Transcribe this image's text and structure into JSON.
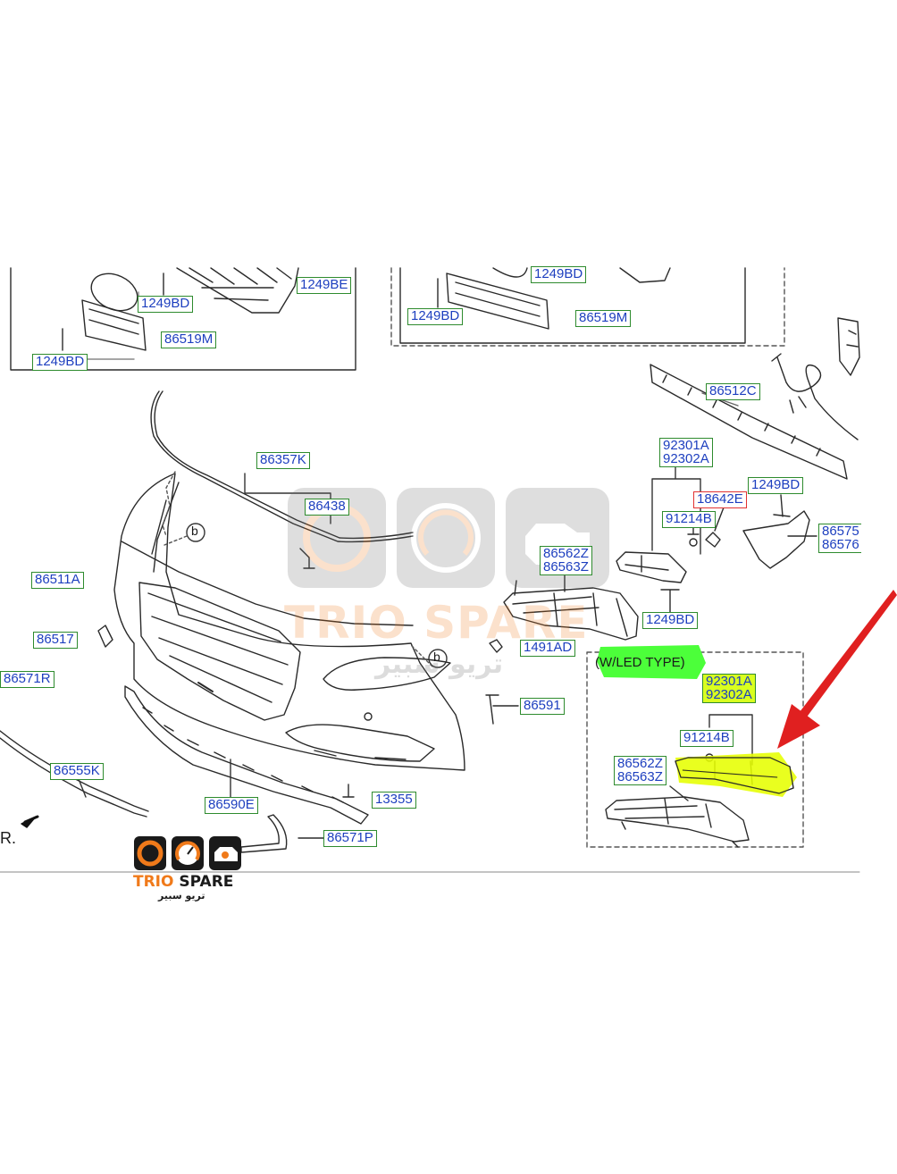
{
  "diagram": {
    "inset_left": {
      "labels": [
        "1249BE",
        "1249BD",
        "86519M",
        "1249BD"
      ]
    },
    "inset_right": {
      "labels": [
        "1249BD",
        "1249BD",
        "86519M"
      ]
    },
    "labels": {
      "p86512C": "86512C",
      "p92301A": "92301A",
      "p92302A": "92302A",
      "p18642E": "18642E",
      "p1249BD_r": "1249BD",
      "p91214B": "91214B",
      "p86575": "86575",
      "p86576": "86576",
      "p86357K": "86357K",
      "p86438": "86438",
      "p86562Z": "86562Z",
      "p86563Z": "86563Z",
      "p1249BD_c": "1249BD",
      "p86511A": "86511A",
      "p86517": "86517",
      "p1491AD": "1491AD",
      "p86571R": "86571R",
      "p86591": "86591",
      "p86555K": "86555K",
      "p86590E": "86590E",
      "p13355": "13355",
      "p86571P": "86571P"
    },
    "callouts": {
      "b1": "b",
      "b2": "b"
    },
    "led_box": {
      "title": "(W/LED TYPE)",
      "p92301A": "92301A",
      "p92302A": "92302A",
      "p91214B": "91214B",
      "p86562Z": "86562Z",
      "p86563Z": "86563Z"
    },
    "front_mark": "R."
  },
  "watermark": {
    "text_en": "TRIO SPARE",
    "text_ar": "تريو سبير"
  },
  "logo": {
    "text_en": "TRIO SPARE",
    "text_ar": "تريو سبير"
  },
  "colors": {
    "label_border": "#2e8b2e",
    "label_text": "#1d3fbf",
    "red_label_border": "#e23232",
    "highlight_green": "#4cff3a",
    "highlight_yellow": "#e6ff00",
    "arrow": "#e02020",
    "logo_orange": "#f07a1a"
  }
}
